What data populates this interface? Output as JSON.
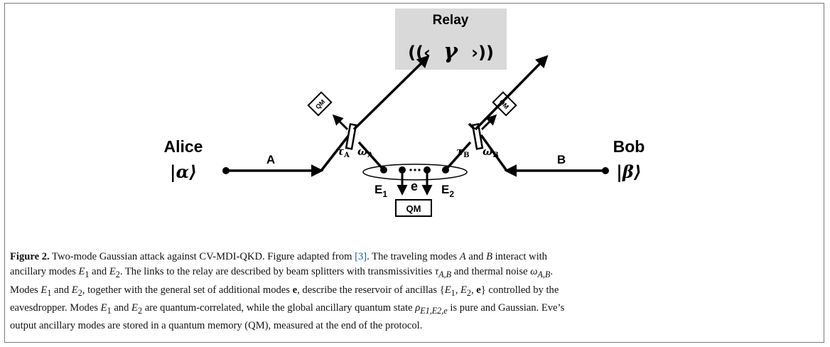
{
  "diagram": {
    "relay_label": "Relay",
    "relay_symbol": "γ",
    "relay_waves_left": "((‹",
    "relay_waves_right": "›))",
    "alice_label": "Alice",
    "alice_state": "|α⟩",
    "bob_label": "Bob",
    "bob_state": "|β⟩",
    "mode_a": "A",
    "mode_b": "B",
    "tau_a": "τ",
    "tau_a_sub": "A",
    "omega_a": "ω",
    "omega_a_sub": "A",
    "tau_b": "τ",
    "tau_b_sub": "B",
    "omega_b": "ω",
    "omega_b_sub": "B",
    "e1": "E",
    "e1_sub": "1",
    "e2": "E",
    "e2_sub": "2",
    "e_mode": "e",
    "qm_left": "QM",
    "qm_right": "QM",
    "qm_bottom": "QM",
    "colors": {
      "relay_box": "#d9d9d9",
      "ink": "#000000",
      "cite": "#1a5fa8"
    }
  },
  "caption": {
    "figure_label": "Figure 2.",
    "s1": " Two-mode Gaussian attack against CV-MDI-QKD. Figure adapted from ",
    "cite_open": "[",
    "cite_num": "3",
    "cite_close": "]",
    "s2": ". The traveling modes ",
    "A": "A",
    "and1": " and ",
    "B": "B",
    "s3": " interact with",
    "s4": "ancillary modes ",
    "E1": "E",
    "E1_sub": "1",
    "and2": " and ",
    "E2": "E",
    "E2_sub": "2",
    "s5": ". The links to the relay are described by beam splitters with transmissivities ",
    "tau": "τ",
    "tau_sub": "A,B",
    "s6": " and thermal noise ",
    "omega": "ω",
    "omega_sub": "A,B",
    "s7": ".",
    "s8": "Modes ",
    "E1b": "E",
    "E1b_sub": "1",
    "and3": " and ",
    "E2b": "E",
    "E2b_sub": "2",
    "s9": ", together with the general set of additional modes ",
    "e_bold": "e",
    "s10": ", describe the reservoir of ancillas {",
    "set_E1": "E",
    "set_E1_sub": "1",
    "set_sep1": ",  ",
    "set_E2": "E",
    "set_E2_sub": "2",
    "set_sep2": ",  ",
    "set_e": "e",
    "s11": "} controlled by the",
    "s12": "eavesdropper. Modes ",
    "E1c": "E",
    "E1c_sub": "1",
    "and4": " and ",
    "E2c": "E",
    "E2c_sub": "2",
    "s13": " are quantum-correlated, while the global ancillary quantum state ",
    "rho": "ρ",
    "rho_sub": "E1,E2,e",
    "s14": " is pure and Gaussian. Eve’s",
    "s15": "output ancillary modes are stored in a quantum memory (QM), measured at the end of the protocol."
  }
}
